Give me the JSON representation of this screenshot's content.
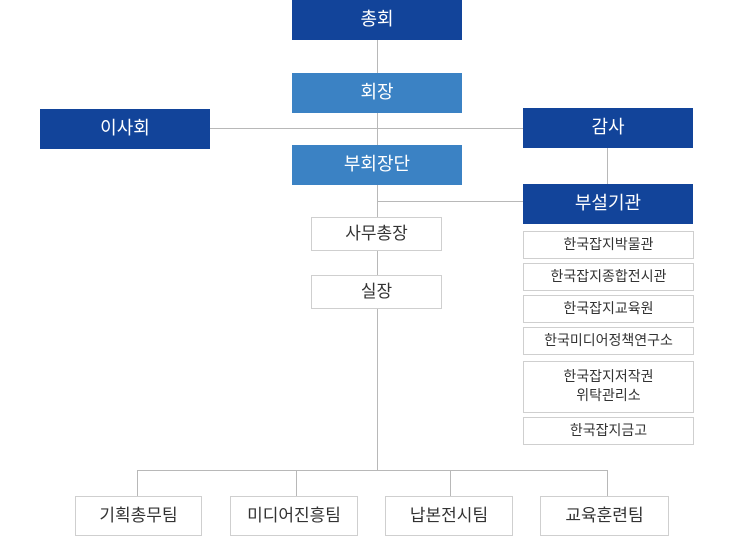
{
  "colors": {
    "navy": "#12449a",
    "steel": "#3b82c4",
    "line": "#b8b8b8",
    "border": "#cfcfcf",
    "text": "#333333"
  },
  "org": {
    "general_assembly": "총회",
    "president": "회장",
    "board": "이사회",
    "auditor": "감사",
    "vice_president": "부회장단",
    "secretary_general": "사무총장",
    "office_director": "실장",
    "affiliates": {
      "title": "부설기관",
      "items": [
        "한국잡지박물관",
        "한국잡지종합전시관",
        "한국잡지교육원",
        "한국미디어정책연구소",
        "한국잡지저작권\n위탁관리소",
        "한국잡지금고"
      ]
    },
    "teams": [
      "기획총무팀",
      "미디어진흥팀",
      "납본전시팀",
      "교육훈련팀"
    ]
  }
}
